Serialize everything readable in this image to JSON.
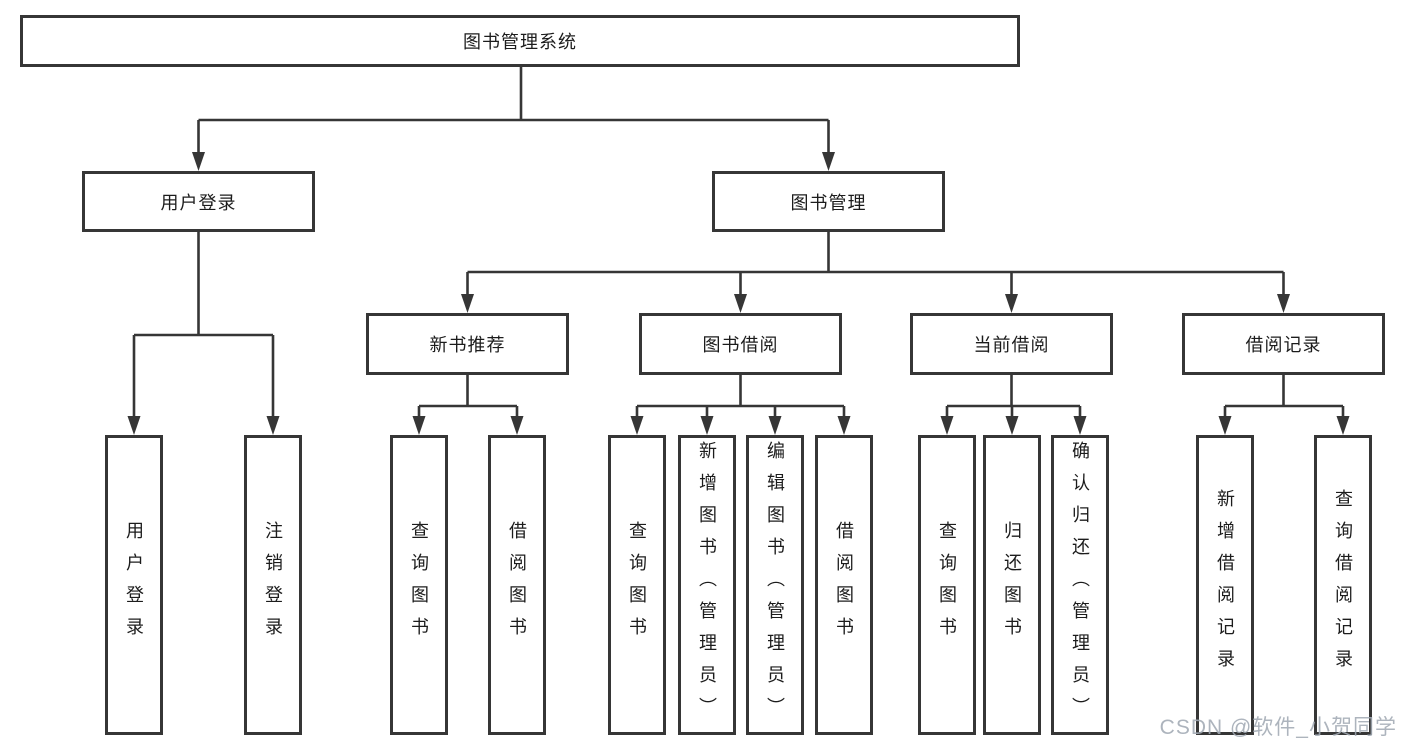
{
  "diagram": {
    "title": "图书管理系统",
    "nodes": {
      "root": {
        "label": "图书管理系统"
      },
      "user_login": {
        "label": "用户登录"
      },
      "book_mgmt": {
        "label": "图书管理"
      },
      "new_book": {
        "label": "新书推荐"
      },
      "book_borrow": {
        "label": "图书借阅"
      },
      "current_borrow": {
        "label": "当前借阅"
      },
      "borrow_record": {
        "label": "借阅记录"
      },
      "leaf_user_login": {
        "label": "用户登录"
      },
      "leaf_logout": {
        "label": "注销登录"
      },
      "leaf_nb_query": {
        "label": "查询图书"
      },
      "leaf_nb_borrow": {
        "label": "借阅图书"
      },
      "leaf_bb_query": {
        "label": "查询图书"
      },
      "leaf_bb_add": {
        "label": "新增图书（管理员）"
      },
      "leaf_bb_edit": {
        "label": "编辑图书（管理员）"
      },
      "leaf_bb_borrow": {
        "label": "借阅图书"
      },
      "leaf_cb_query": {
        "label": "查询图书"
      },
      "leaf_cb_return": {
        "label": "归还图书"
      },
      "leaf_cb_confirm": {
        "label": "确认归还（管理员）"
      },
      "leaf_br_add": {
        "label": "新增借阅记录"
      },
      "leaf_br_query": {
        "label": "查询借阅记录"
      }
    },
    "edges": [
      {
        "from": "root",
        "to": "user_login"
      },
      {
        "from": "root",
        "to": "book_mgmt"
      },
      {
        "from": "user_login",
        "to": "leaf_user_login"
      },
      {
        "from": "user_login",
        "to": "leaf_logout"
      },
      {
        "from": "book_mgmt",
        "to": "new_book"
      },
      {
        "from": "book_mgmt",
        "to": "book_borrow"
      },
      {
        "from": "book_mgmt",
        "to": "current_borrow"
      },
      {
        "from": "book_mgmt",
        "to": "borrow_record"
      },
      {
        "from": "new_book",
        "to": "leaf_nb_query"
      },
      {
        "from": "new_book",
        "to": "leaf_nb_borrow"
      },
      {
        "from": "book_borrow",
        "to": "leaf_bb_query"
      },
      {
        "from": "book_borrow",
        "to": "leaf_bb_add"
      },
      {
        "from": "book_borrow",
        "to": "leaf_bb_edit"
      },
      {
        "from": "book_borrow",
        "to": "leaf_bb_borrow"
      },
      {
        "from": "current_borrow",
        "to": "leaf_cb_query"
      },
      {
        "from": "current_borrow",
        "to": "leaf_cb_return"
      },
      {
        "from": "current_borrow",
        "to": "leaf_cb_confirm"
      },
      {
        "from": "borrow_record",
        "to": "leaf_br_add"
      },
      {
        "from": "borrow_record",
        "to": "leaf_br_query"
      }
    ]
  },
  "watermark": {
    "text": "CSDN @软件_小贺同学"
  },
  "colors": {
    "line": "#363636",
    "box_border": "#363636",
    "text": "#1c1c1c",
    "watermark": "#a2aab4",
    "background": "#ffffff"
  }
}
